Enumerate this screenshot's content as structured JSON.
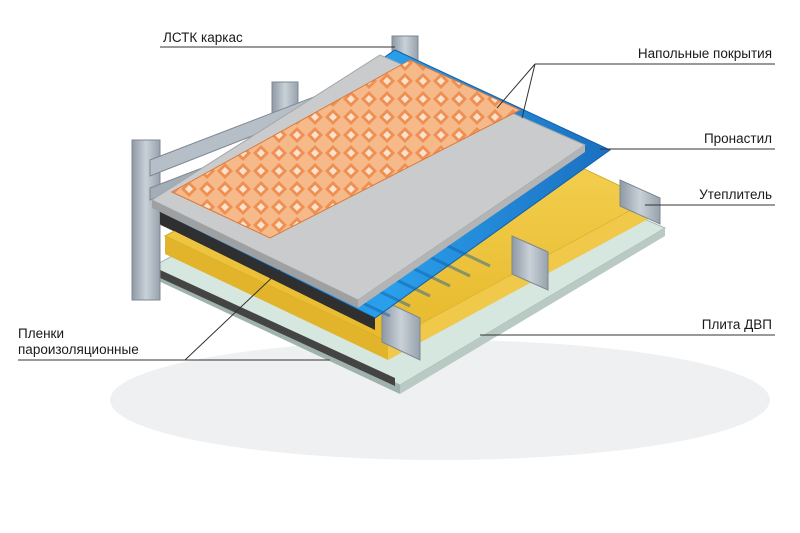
{
  "labels": {
    "frame": "ЛСТК каркас",
    "floor_covering": "Напольные покрытия",
    "decking": "Пронастил",
    "insulation": "Утеплитель",
    "vapor_films_line1": "Пленки",
    "vapor_films_line2": "пароизоляционные",
    "fiberboard": "Плита ДВП"
  },
  "colors": {
    "floor_covering": "#f2a06a",
    "board": "#c9cacb",
    "decking": "#1e88d6",
    "insulation": "#f3c93a",
    "frame": "#a9b3bd",
    "fiberboard": "#cfe3dc",
    "film": "#3c3c3c"
  }
}
